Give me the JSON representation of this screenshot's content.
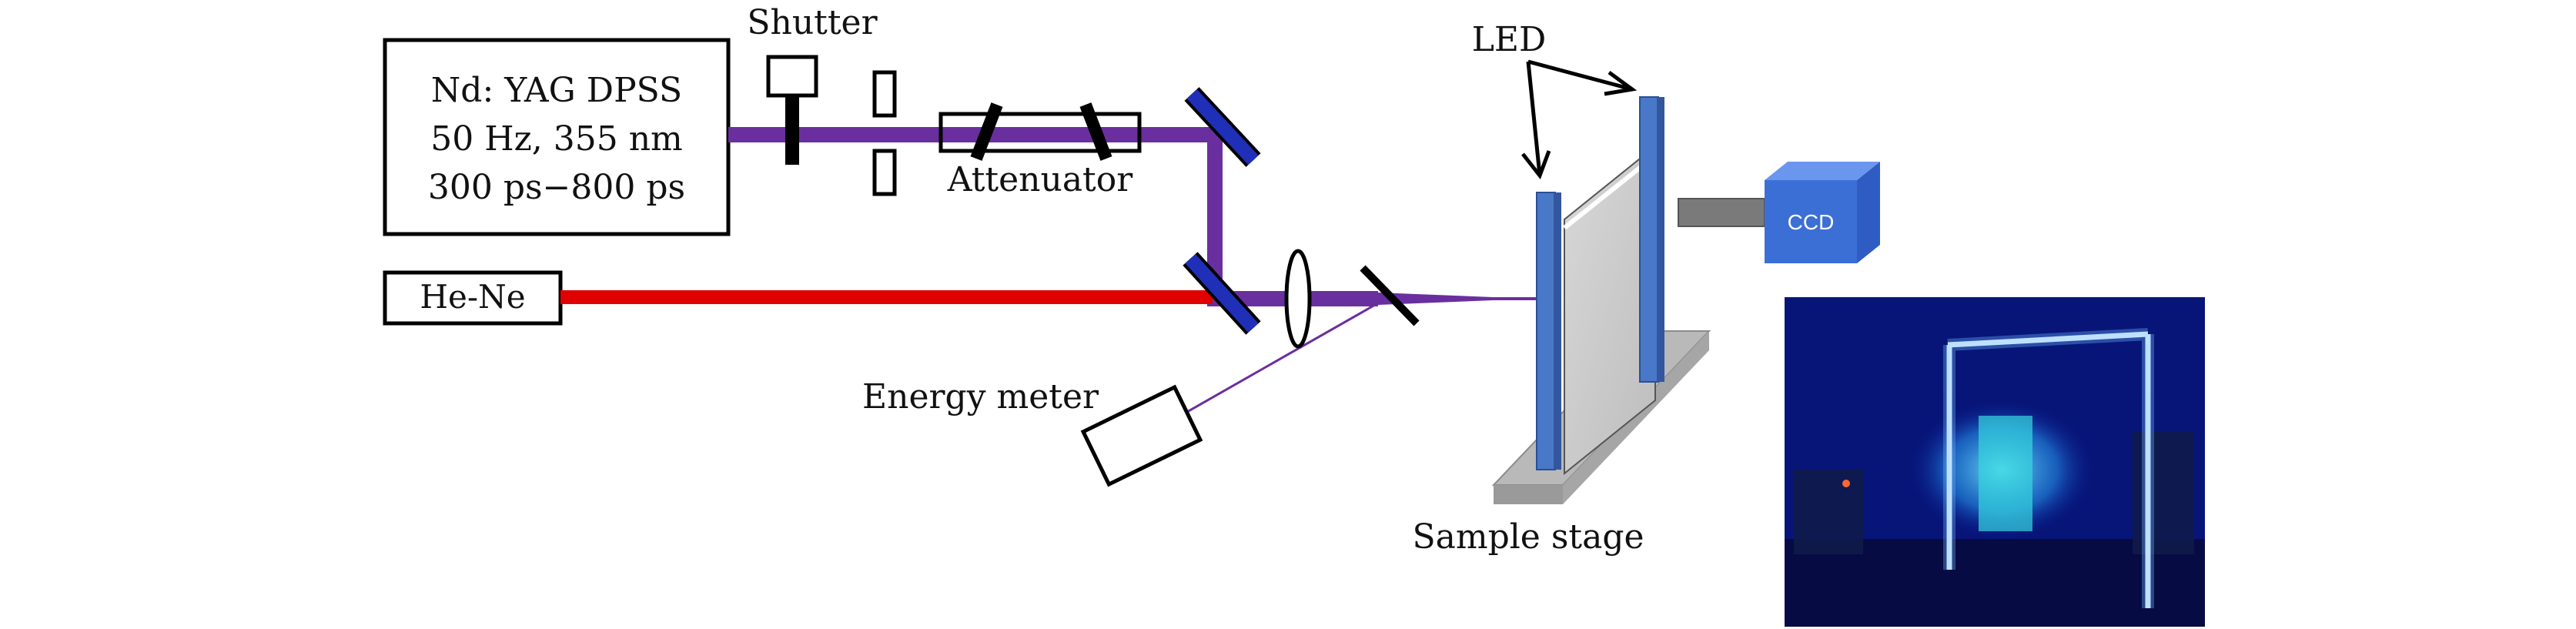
{
  "laser": {
    "line1": "Nd: YAG DPSS",
    "line2": "50 Hz, 355 nm",
    "line3": "300 ps−800 ps"
  },
  "labels": {
    "shutter": "Shutter",
    "attenuator": "Attenuator",
    "hene": "He-Ne",
    "energy_meter": "Energy meter",
    "led": "LED",
    "ccd": "CCD",
    "sample_stage": "Sample stage"
  },
  "colors": {
    "pump_beam": "#6a2f9f",
    "hene_beam": "#e00000",
    "mirror": "#1f2fb8",
    "led_bar": "#4a78c8",
    "ccd_body": "#3c6fd6",
    "photo_bg": "#0a1da0"
  }
}
